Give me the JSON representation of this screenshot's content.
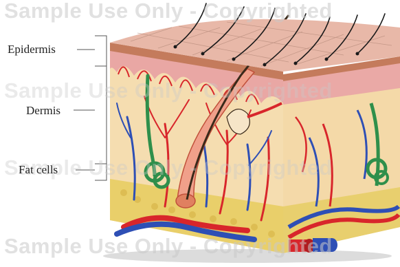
{
  "labels": {
    "epidermis": "Epidermis",
    "dermis": "Dermis",
    "fat_cells": "Fat cells"
  },
  "watermark": {
    "top": "Sample Use Only - Copyrighted",
    "middle": "Sample Use Only - Copyrighted",
    "lower": "Sample Use Only - Copyrighted",
    "bottom": "Sample Use Only - Copyrighted"
  },
  "colors": {
    "epidermis_pink": "#e9a7a4",
    "dermis_cream": "#f5ddb0",
    "fat_yellow": "#e9cf6a",
    "artery_red": "#d8262b",
    "vein_blue": "#2e4fb5",
    "gland_green": "#2f8f4b",
    "hair_dark": "#1a1a1a"
  }
}
